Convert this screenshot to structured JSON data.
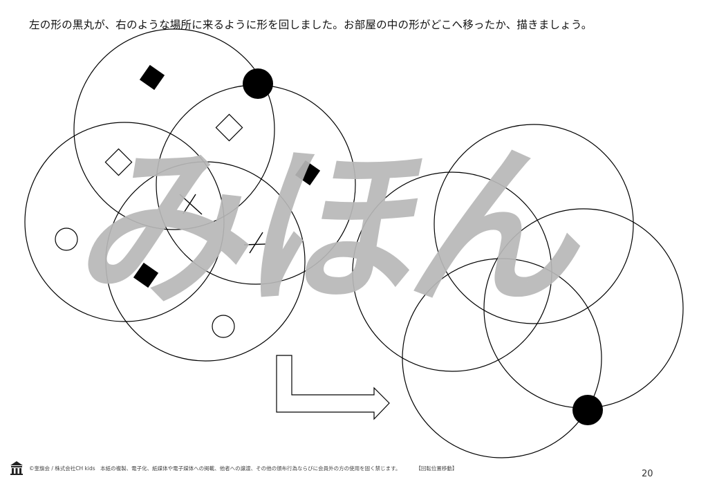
{
  "instruction": "左の形の黒丸が、右のような場所に来るように形を回しました。お部屋の中の形がどこへ移ったか、描きましょう。",
  "watermark": "みほん",
  "footer": {
    "copyright": "©奎旗会 / 株式会社CH kids　本紙の複製、電子化、紙媒体や電子媒体への掲載、他者への譲渡、その他の頒布行為ならびに会員外の方の使用を固く禁じます。",
    "title_tag": "【回転位置移動】",
    "logo_icon": "school-building-icon"
  },
  "page_number": "20"
}
